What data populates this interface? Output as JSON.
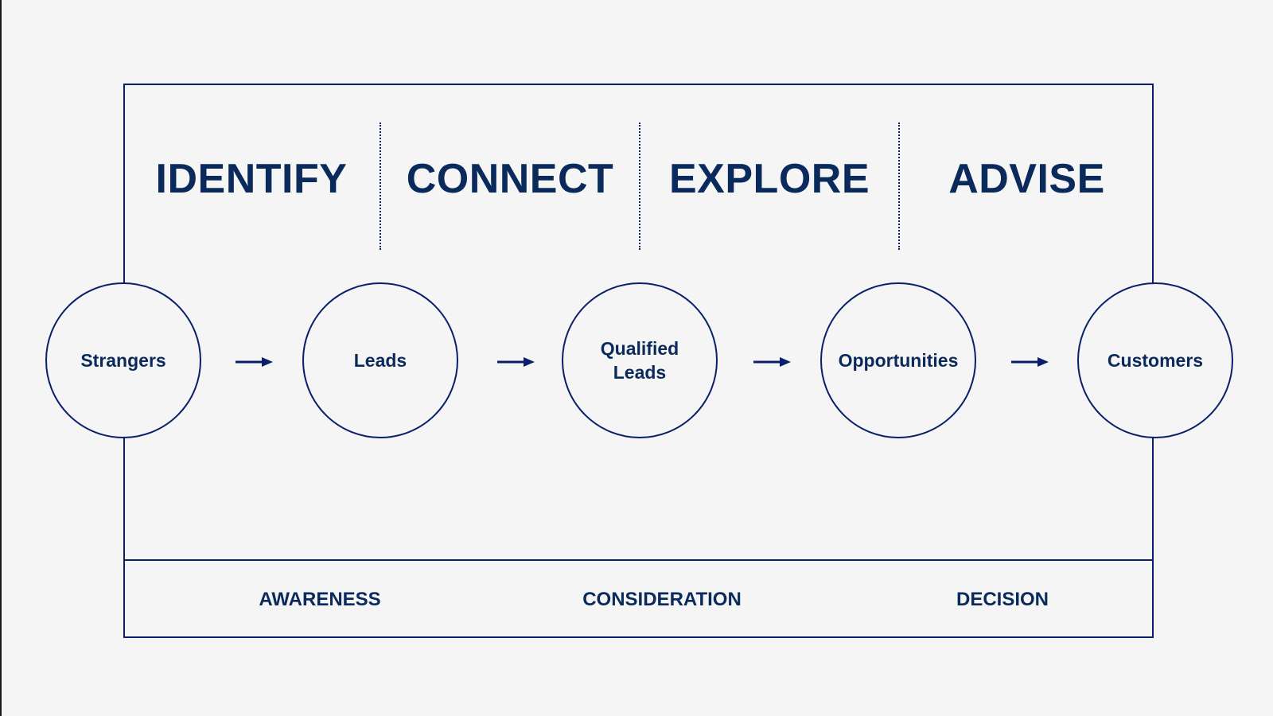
{
  "phases": [
    {
      "label": "IDENTIFY"
    },
    {
      "label": "CONNECT"
    },
    {
      "label": "EXPLORE"
    },
    {
      "label": "ADVISE"
    }
  ],
  "stages": [
    {
      "label": "Strangers"
    },
    {
      "label": "Leads"
    },
    {
      "label": "Qualified\nLeads"
    },
    {
      "label": "Opportunities"
    },
    {
      "label": "Customers"
    }
  ],
  "journey": [
    {
      "label": "AWARENESS"
    },
    {
      "label": "CONSIDERATION"
    },
    {
      "label": "DECISION"
    }
  ],
  "colors": {
    "primary": "#0b2a5c",
    "line": "#0a1f6b",
    "background": "#f5f5f5"
  },
  "icons": {
    "connector": "arrow-right-icon"
  }
}
